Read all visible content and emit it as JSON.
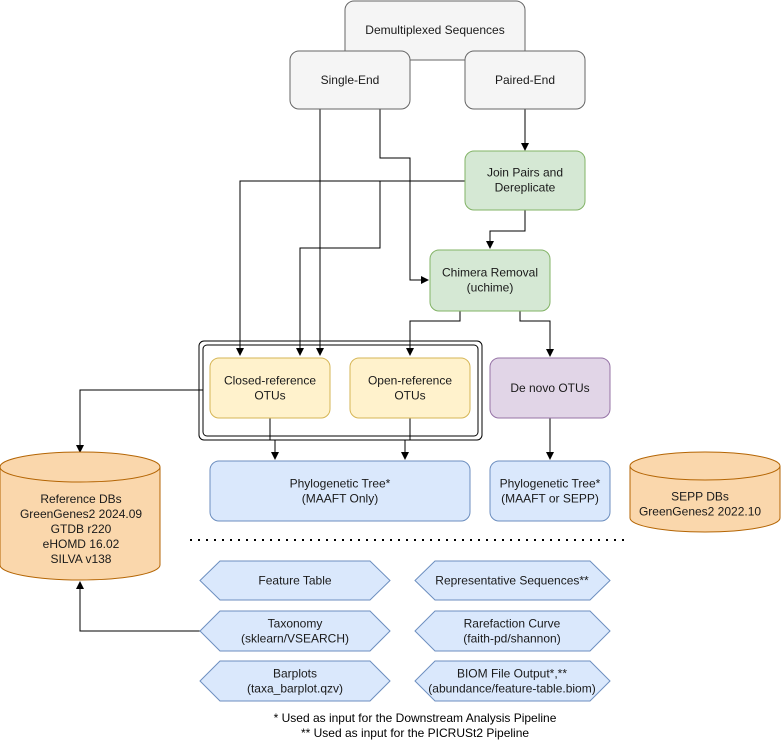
{
  "nodes": {
    "demux": [
      "Demultiplexed Sequences"
    ],
    "single_end": [
      "Single-End"
    ],
    "paired_end": [
      "Paired-End"
    ],
    "join_pairs": [
      "Join Pairs and",
      "Dereplicate"
    ],
    "chimera": [
      "Chimera Removal",
      "(uchime)"
    ],
    "closed_ref": [
      "Closed-reference",
      "OTUs"
    ],
    "open_ref": [
      "Open-reference",
      "OTUs"
    ],
    "denovo": [
      "De novo OTUs"
    ],
    "tree_maaft": [
      "Phylogenetic Tree*",
      "(MAAFT Only)"
    ],
    "tree_sepp": [
      "Phylogenetic Tree*",
      "(MAAFT or SEPP)"
    ],
    "ref_dbs": [
      "Reference DBs",
      "GreenGenes2 2024.09",
      "GTDB r220",
      "eHOMD 16.02",
      "SILVA v138"
    ],
    "sepp_dbs": [
      "SEPP DBs",
      "GreenGenes2 2022.10"
    ]
  },
  "outputs": {
    "feature_table": [
      "Feature Table"
    ],
    "rep_seqs": [
      "Representative Sequences**"
    ],
    "taxonomy": [
      "Taxonomy",
      "(sklearn/VSEARCH)"
    ],
    "rarefaction": [
      "Rarefaction Curve",
      "(faith-pd/shannon)"
    ],
    "barplots": [
      "Barplots",
      "(taxa_barplot.qzv)"
    ],
    "biom": [
      "BIOM File Output*,**",
      "(abundance/feature-table.biom)"
    ]
  },
  "footnotes": {
    "downstream": "* Used as input for the Downstream Analysis Pipeline",
    "picrust": "** Used as input for the PICRUSt2 Pipeline"
  },
  "colors": {
    "gray_fill": "#f5f5f5",
    "gray_stroke": "#666666",
    "green_fill": "#d5e8d4",
    "green_stroke": "#82b366",
    "yellow_fill": "#fff2cc",
    "yellow_stroke": "#d6b656",
    "purple_fill": "#e1d5e7",
    "purple_stroke": "#9673a6",
    "blue_fill": "#dae8fc",
    "blue_stroke": "#6c8ebf",
    "orange_fill": "#fad7ac",
    "orange_stroke": "#b46504"
  }
}
